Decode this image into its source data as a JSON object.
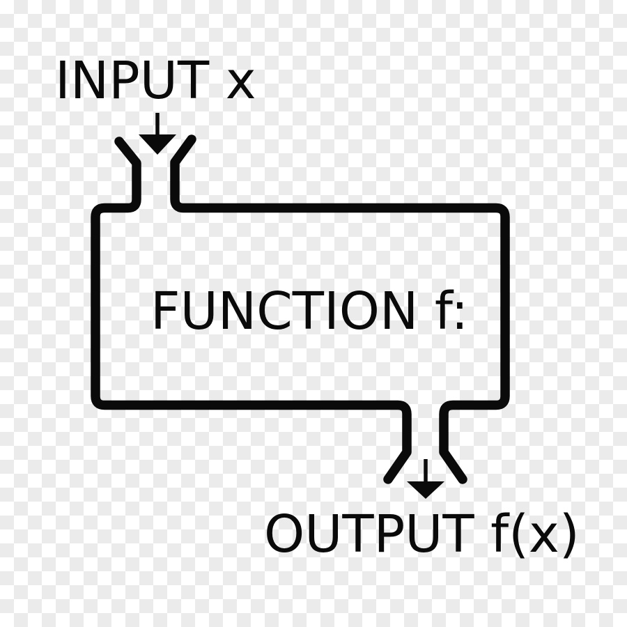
{
  "diagram": {
    "labels": {
      "input": "INPUT x",
      "function": "FUNCTION f:",
      "output": "OUTPUT f(x)"
    },
    "colors": {
      "ink": "#0a0a0a",
      "checker_gray": "#ebebeb",
      "checker_white": "#ffffff"
    }
  }
}
